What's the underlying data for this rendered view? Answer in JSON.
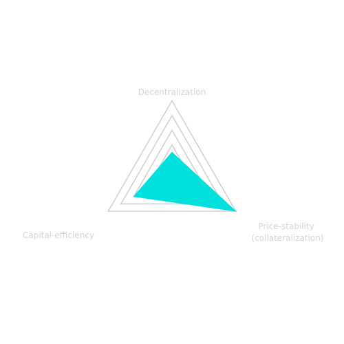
{
  "chart_data": {
    "type": "radar",
    "axes": [
      {
        "label_lines": [
          "Decentralization"
        ]
      },
      {
        "label_lines": [
          "Price-stability",
          "(collateralization)"
        ]
      },
      {
        "label_lines": [
          "Capital-efficiency"
        ]
      }
    ],
    "rings": 5,
    "range": [
      0,
      5
    ],
    "series": [
      {
        "values": [
          1.5,
          5,
          3
        ],
        "color": "#00e0dc"
      }
    ],
    "grid_color": "#d0d0d0",
    "label_color": "#d3d3d3"
  }
}
